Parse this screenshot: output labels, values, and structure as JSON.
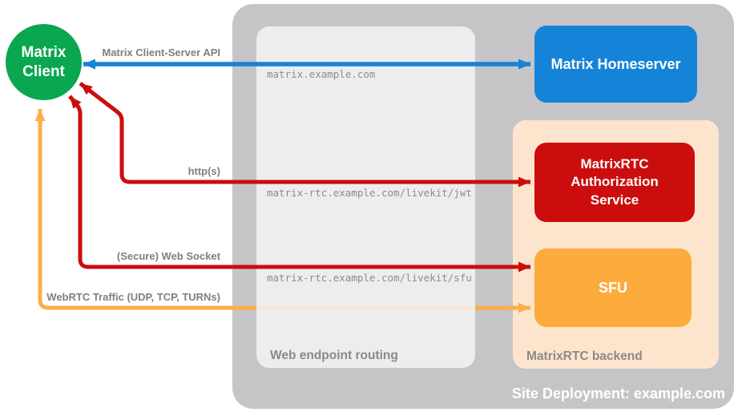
{
  "title": "Site Deployment: example.com",
  "colors": {
    "client_green": "#0BA750",
    "homeserver_blue": "#1583D8",
    "auth_red": "#CC0D0D",
    "sfu_orange": "#FDAB3D",
    "backend_peach": "#FDE5CD",
    "site_gray": "#C5C5C7",
    "routing_gray": "#E8E8EA",
    "label_gray": "#7F7F7F"
  },
  "nodes": {
    "client": {
      "label": "Matrix\nClient"
    },
    "homeserver": {
      "label": "Matrix Homeserver"
    },
    "auth": {
      "label": "MatrixRTC\nAuthorization\nService"
    },
    "sfu": {
      "label": "SFU"
    }
  },
  "containers": {
    "site_label": "Site Deployment: example.com",
    "routing_label": "Web endpoint routing",
    "backend_label": "MatrixRTC backend"
  },
  "endpoints": [
    "matrix.example.com",
    "matrix-rtc.example.com/livekit/jwt",
    "matrix-rtc.example.com/livekit/sfu"
  ],
  "arrows": [
    {
      "name": "matrix-client-server-api",
      "label": "Matrix Client-Server API",
      "color": "#1583D8",
      "bidirectional": true
    },
    {
      "name": "https",
      "label": "http(s)",
      "color": "#CC0D0D",
      "bidirectional": true
    },
    {
      "name": "secure-web-socket",
      "label": "(Secure) Web Socket",
      "color": "#CC0D0D",
      "bidirectional": true
    },
    {
      "name": "webrtc-traffic",
      "label": "WebRTC Traffic (UDP, TCP, TURNs)",
      "color": "#FBAE4A",
      "bidirectional": true
    }
  ]
}
